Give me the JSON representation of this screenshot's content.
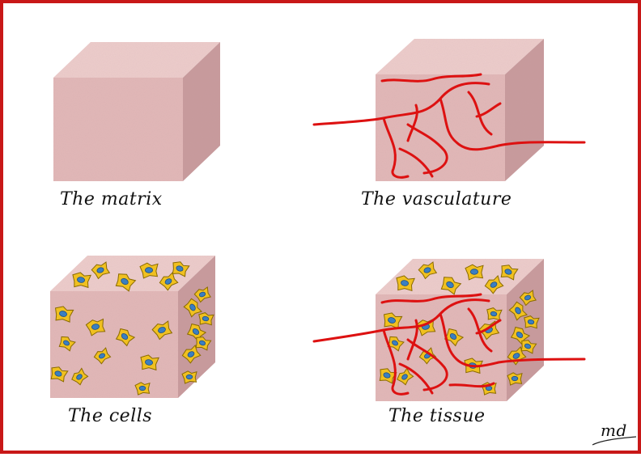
{
  "panels": [
    {
      "id": "matrix",
      "caption": "The matrix"
    },
    {
      "id": "vasculature",
      "caption": "The vasculature"
    },
    {
      "id": "cells",
      "caption": "The cells"
    },
    {
      "id": "tissue",
      "caption": "The tissue"
    }
  ],
  "signature": "md",
  "colors": {
    "border": "#c81818",
    "cube_front": "#e2b8b8",
    "cube_top": "#edcdcc",
    "cube_side": "#c79a9c",
    "vessel": "#dd1111",
    "cell_body": "#f0c020",
    "cell_outline": "#8a6a00",
    "nucleus": "#3a7fc2"
  }
}
